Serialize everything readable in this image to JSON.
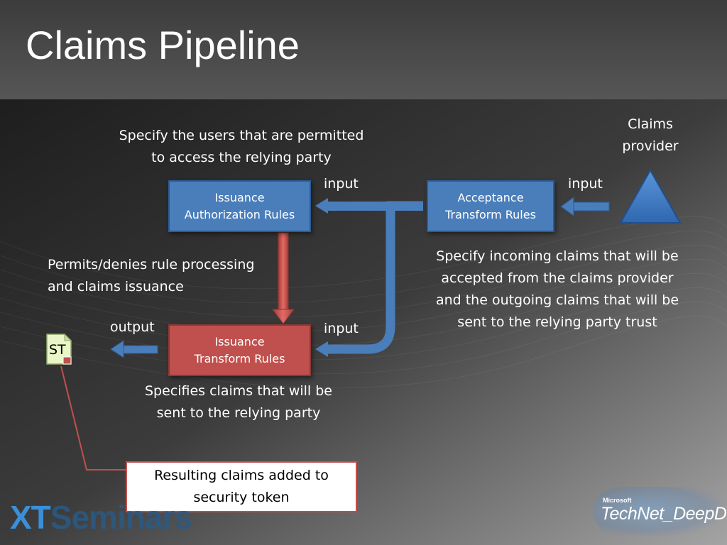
{
  "slide": {
    "title": "Claims Pipeline"
  },
  "diagram": {
    "claims_provider": [
      "Claims",
      "provider"
    ],
    "boxes": {
      "issuance_authorization": [
        "Issuance",
        "Authorization Rules"
      ],
      "acceptance_transform": [
        "Acceptance",
        "Transform Rules"
      ],
      "issuance_transform": [
        "Issuance",
        "Transform Rules"
      ]
    },
    "ports": {
      "input_authorization": "input",
      "input_acceptance": "input",
      "input_issuance_transform": "input",
      "output": "output"
    },
    "notes": {
      "authorization_purpose": [
        "Specify the users that are permitted",
        "to access the relying party"
      ],
      "authorization_effect": [
        "Permits/denies rule processing",
        "and claims issuance"
      ],
      "acceptance_purpose": [
        "Specify incoming claims that will be",
        "accepted from the claims provider",
        "and the outgoing claims that will be",
        "sent to the relying party trust"
      ],
      "issuance_purpose": [
        "Specifies claims that will be",
        "sent to the relying party"
      ]
    },
    "token": {
      "label": "ST"
    },
    "result": [
      "Resulting claims added to",
      "security token"
    ]
  },
  "branding": {
    "left_logo_a": "XT",
    "left_logo_b": "Seminars",
    "right_logo_small": "Microsoft",
    "right_logo_main": "TechNet_DeepDive"
  },
  "colors": {
    "box_blue": "#4a7ebb",
    "box_red": "#c0504d",
    "arrow_blue": "#4a7ebb",
    "connector_red": "#c0504d"
  }
}
